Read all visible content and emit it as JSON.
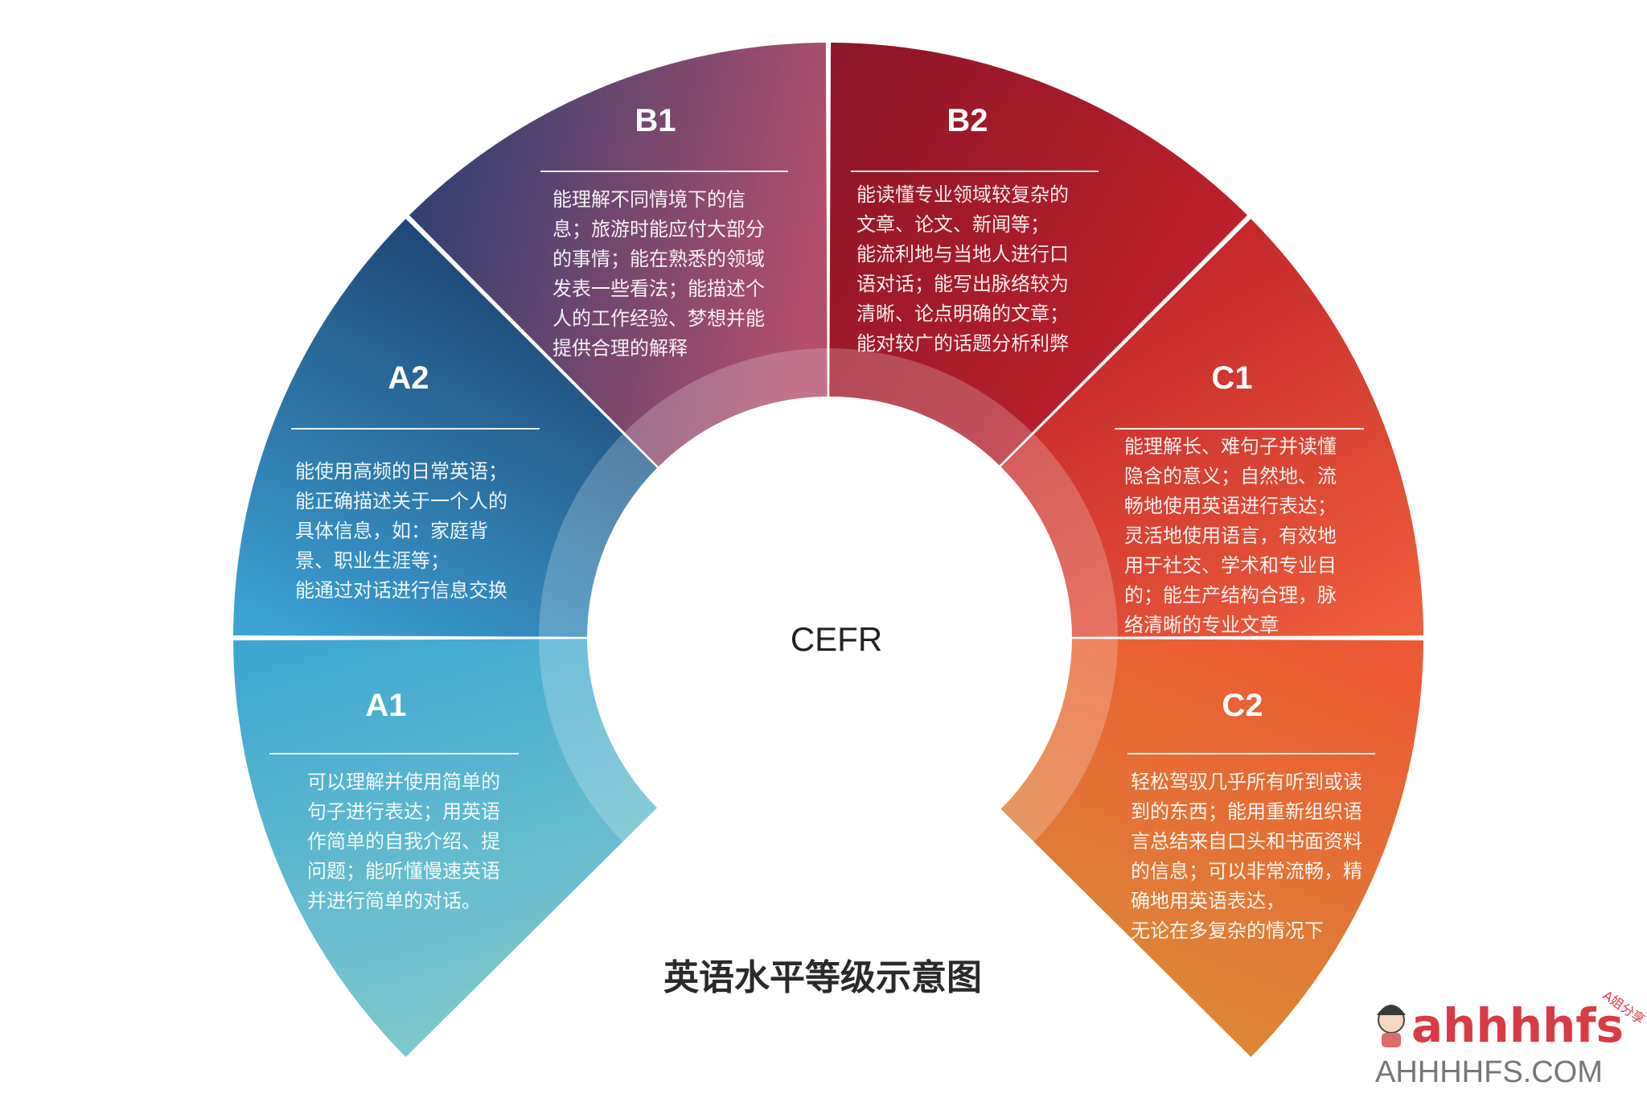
{
  "center": {
    "label": "CEFR"
  },
  "title": "英语水平等级示意图",
  "levels": [
    {
      "id": "A1",
      "title": "A1",
      "lines": [
        "可以理解并使用简单的",
        "句子进行表达；用英语",
        "作简单的自我介绍、提",
        "问题；能听懂慢速英语",
        "并进行简单的对话。"
      ],
      "colors": [
        "#3aa6d2",
        "#6fc1cf"
      ]
    },
    {
      "id": "A2",
      "title": "A2",
      "lines": [
        "能使用高频的日常英语；",
        "能正确描述关于一个人的",
        "具体信息，如：家庭背",
        "景、职业生涯等；",
        "能通过对话进行信息交换"
      ],
      "colors": [
        "#1d4e7d",
        "#3a9bd0"
      ]
    },
    {
      "id": "B1",
      "title": "B1",
      "lines": [
        "能理解不同情境下的信",
        "息；旅游时能应付大部分",
        "的事情；能在熟悉的领域",
        "发表一些看法；能描述个",
        "人的工作经验、梦想并能",
        "提供合理的解释"
      ],
      "colors": [
        "#2e3f73",
        "#b04a6a"
      ]
    },
    {
      "id": "B2",
      "title": "B2",
      "lines": [
        "能读懂专业领域较复杂的",
        "文章、论文、新闻等；",
        "能流利地与当地人进行口",
        "语对话；能写出脉络较为",
        "清晰、论点明确的文章；",
        "能对较广的话题分析利弊"
      ],
      "colors": [
        "#8a1428",
        "#c0212a"
      ]
    },
    {
      "id": "C1",
      "title": "C1",
      "lines": [
        "能理解长、难句子并读懂",
        "隐含的意义；自然地、流",
        "畅地使用英语进行表达；",
        "灵活地使用语言，有效地",
        "用于社交、学术和专业目",
        "的；能生产结构合理，脉",
        "络清晰的专业文章"
      ],
      "colors": [
        "#c0212a",
        "#ec5a3a"
      ]
    },
    {
      "id": "C2",
      "title": "C2",
      "lines": [
        "轻松驾驭几乎所有听到或读",
        "到的东西；能用重新组织语",
        "言总结来自口头和书面资料",
        "的信息；可以非常流畅，精",
        "确地用英语表达，",
        "无论在多复杂的情况下"
      ],
      "colors": [
        "#ea5a32",
        "#db8a36"
      ]
    }
  ],
  "watermark": {
    "logo_text": "ahhhhfs",
    "tag": "A姐分享",
    "domain": "AHHHHFS.COM"
  }
}
